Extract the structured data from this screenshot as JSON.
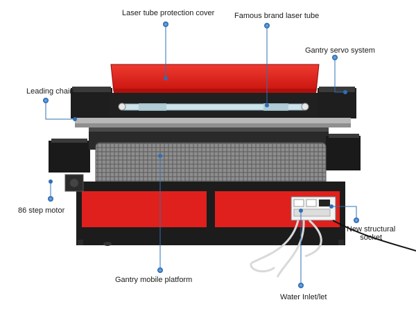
{
  "callouts": {
    "laser_tube_cover": "Laser tube protection cover",
    "laser_tube": "Famous brand laser tube",
    "gantry_servo": "Gantry servo system",
    "leading_chain": "Leading chain",
    "step_motor": "86 step motor",
    "socket_line1": "New structural",
    "socket_line2": "socket",
    "mobile_platform": "Gantry mobile platform",
    "water": "Water Inlet/let"
  },
  "colors": {
    "machine_red": "#e0201c",
    "machine_black": "#1c1c1c",
    "callout_line": "#2f6fb5"
  }
}
